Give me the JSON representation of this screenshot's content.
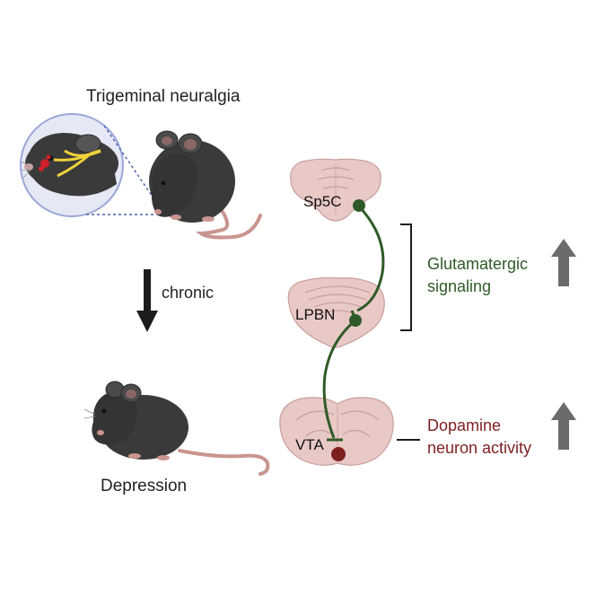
{
  "labels": {
    "title": "Trigeminal neuralgia",
    "chronic": "chronic",
    "depression": "Depression",
    "sp5c": "Sp5C",
    "lpbn": "LPBN",
    "vta": "VTA",
    "glutamatergic_line1": "Glutamatergic",
    "glutamatergic_line2": "signaling",
    "dopamine_line1": "Dopamine",
    "dopamine_line2": "neuron activity"
  },
  "colors": {
    "pathway_green": "#2f5a27",
    "dopamine_red": "#7e1f1f",
    "up_arrow_gray": "#6b6b6b",
    "brain_tissue": "#e9c9c6",
    "brain_outline": "#c89f9c",
    "mouse_body": "#3a3a3a",
    "mouse_tail": "#c9958e",
    "zoom_circle_bg": "#e6e9f5",
    "zoom_circle_border": "#9aa6d8",
    "nerve_yellow": "#f0d23a",
    "pain_red": "#d0202a"
  },
  "icons": {
    "up_arrow_glutamatergic": "up-arrow-icon",
    "up_arrow_dopamine": "up-arrow-icon",
    "down_arrow_chronic": "down-arrow-icon"
  }
}
